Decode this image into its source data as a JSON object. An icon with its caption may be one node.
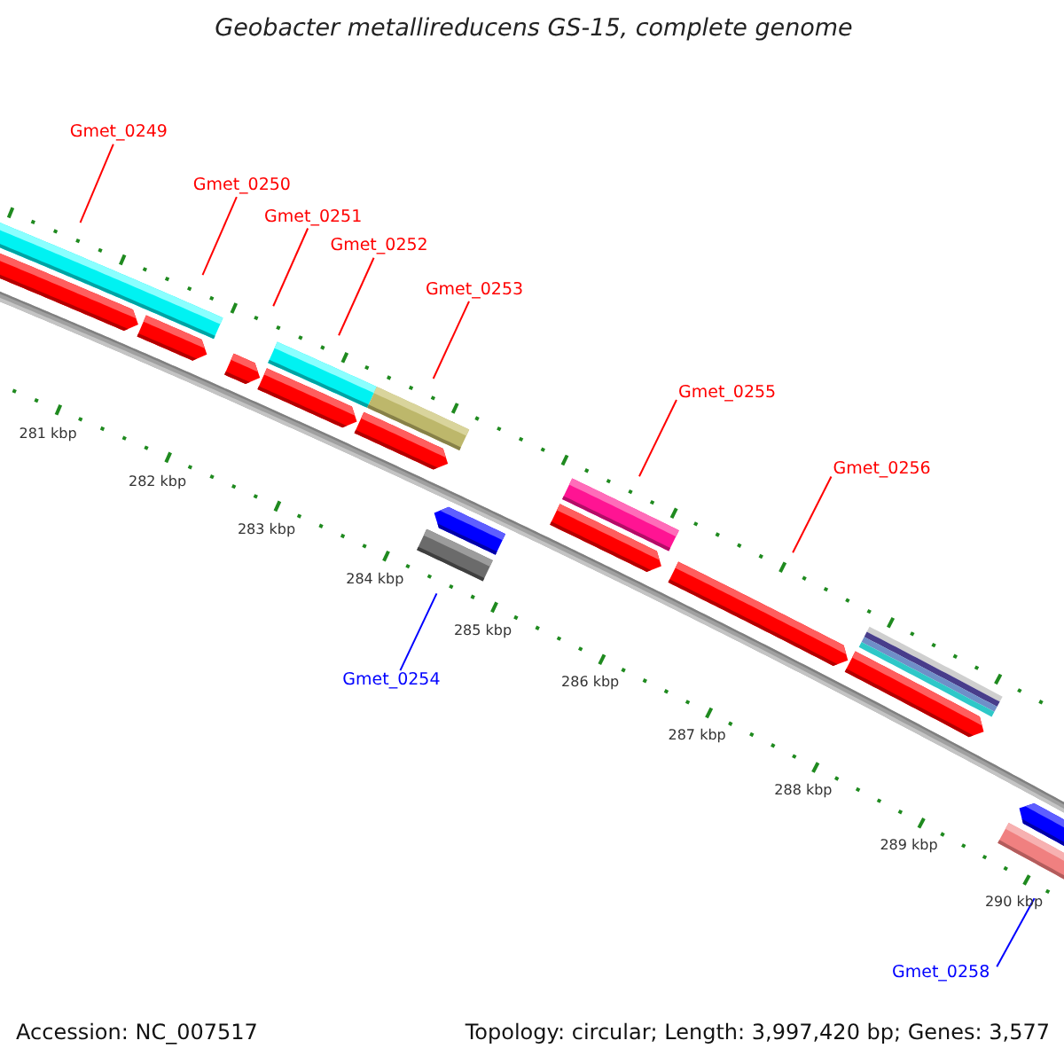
{
  "diagram": {
    "title": "Geobacter metallireducens GS-15, complete genome",
    "nodes": [
      {
        "text": [
          "Gmet_0249"
        ]
      },
      {
        "text": [],
        "shape": "bar"
      },
      {
        "text": [
          "Gmet_0250"
        ]
      },
      {
        "text": [],
        "shape": "bar"
      },
      {
        "text": [
          "Gmet_0251"
        ]
      },
      {
        "text": [],
        "shape": "bar"
      },
      {
        "text": [
          "Gmet_0252"
        ]
      },
      {
        "text": [],
        "shape": "bar"
      },
      {
        "text": [
          "Gmet_0253"
        ]
      },
      {
        "text": [],
        "shape": "bar"
      },
      {
        "text": [
          "Gmet_0254"
        ]
      },
      {
        "text": [],
        "shape": "bar"
      },
      {
        "text": [
          "Gmet_0255"
        ]
      },
      {
        "text": [],
        "shape": "bar"
      },
      {
        "text": [
          "Gmet_0256"
        ]
      },
      {
        "text": [],
        "shape": "bar"
      },
      {
        "text": [],
        "shape": "bar"
      },
      {
        "text": [
          "Gmet_0258"
        ]
      },
      {
        "text": [],
        "shape": "bar"
      }
    ],
    "edges": [
      {
        "from": 0,
        "to": 1,
        "arrow": "none"
      },
      {
        "from": 2,
        "to": 3,
        "arrow": "none"
      },
      {
        "from": 4,
        "to": 5,
        "arrow": "none"
      },
      {
        "from": 6,
        "to": 7,
        "arrow": "none"
      },
      {
        "from": 8,
        "to": 9,
        "arrow": "none"
      },
      {
        "from": 10,
        "to": 11,
        "arrow": "none",
        "color": "#0000ff"
      },
      {
        "from": 12,
        "to": 13,
        "arrow": "none"
      },
      {
        "from": 14,
        "to": 15,
        "arrow": "none"
      },
      {
        "from": 17,
        "to": 18,
        "arrow": "none",
        "color": "#0000ff"
      }
    ],
    "labels": [
      "281 kbp",
      "282 kbp",
      "283 kbp",
      "284 kbp",
      "285 kbp",
      "286 kbp",
      "287 kbp",
      "288 kbp",
      "289 kbp",
      "290 kbp",
      "Accession: NC_007517",
      "Topology: circular; Length: 3,997,420 bp; Genes: 3,577"
    ]
  }
}
